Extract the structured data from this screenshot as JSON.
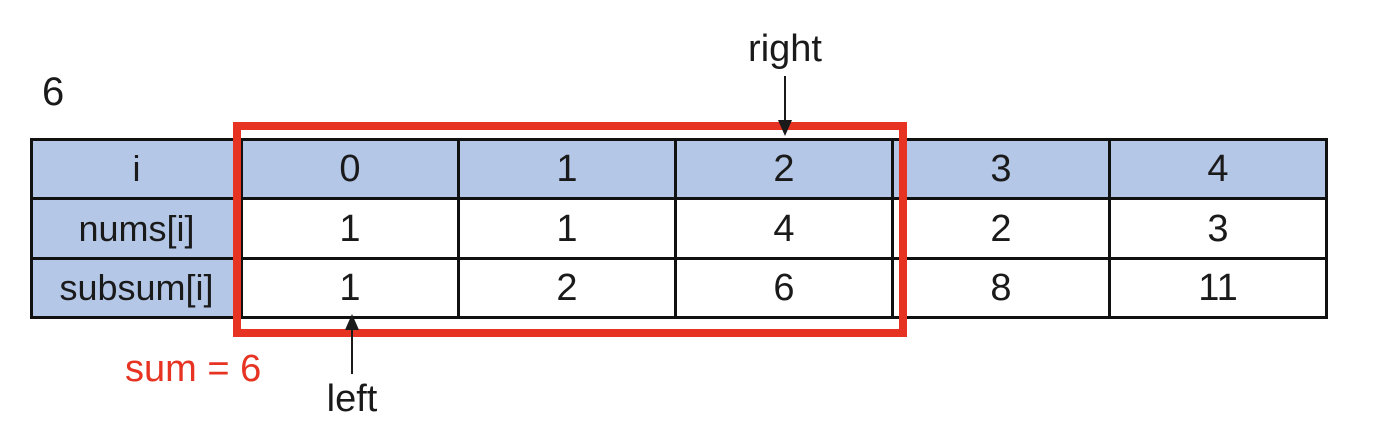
{
  "annotations": {
    "top_left_value": "6",
    "sum_label": "sum = 6"
  },
  "pointers": {
    "right": {
      "label": "right",
      "points_to_column_index": 2
    },
    "left": {
      "label": "left",
      "points_to_column_index": 0
    }
  },
  "table": {
    "rows": [
      {
        "header": "i",
        "cells": [
          "0",
          "1",
          "2",
          "3",
          "4"
        ]
      },
      {
        "header": "nums[i]",
        "cells": [
          "1",
          "1",
          "4",
          "2",
          "3"
        ]
      },
      {
        "header": "subsum[i]",
        "cells": [
          "1",
          "2",
          "6",
          "8",
          "11"
        ]
      }
    ]
  },
  "highlight_window": {
    "from_column": 0,
    "to_column": 2
  },
  "colors": {
    "header_fill": "#b4c7e7",
    "cell_fill": "#ffffff",
    "table_border": "#111111",
    "highlight_red": "#e63322",
    "text": "#1a1a1a"
  }
}
